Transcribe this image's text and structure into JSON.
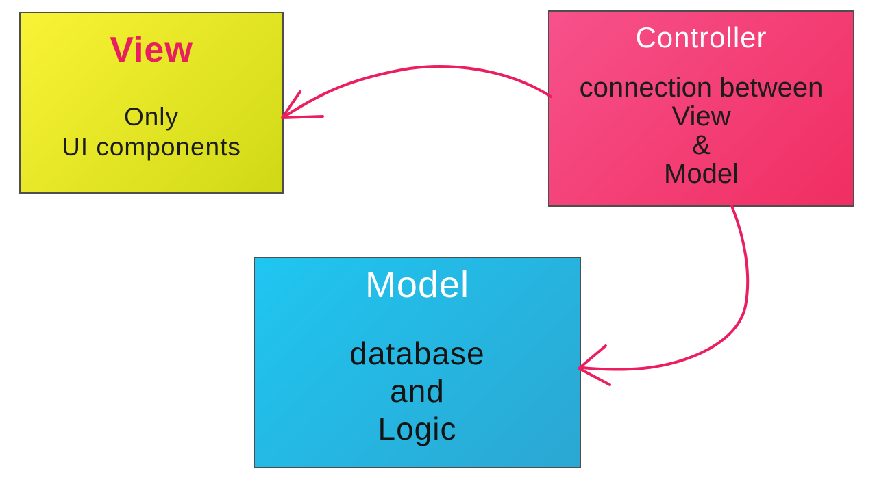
{
  "colors": {
    "background": "#ffffff",
    "box_border": "#4e4e4e",
    "arrow": "#eb1f5f"
  },
  "boxes": {
    "view": {
      "title": "View",
      "title_color": "#e81f5e",
      "body_color": "#1c1c1c",
      "bg_from": "#f9f335",
      "bg_to": "#d0d916",
      "lines": [
        "Only",
        "UI components"
      ]
    },
    "controller": {
      "title": "Controller",
      "title_color": "#ffffff",
      "body_color": "#1c1c1c",
      "bg_from": "#f7518b",
      "bg_to": "#f02e62",
      "lines": [
        "connection between",
        "View",
        "&",
        "Model"
      ]
    },
    "model": {
      "title": "Model",
      "title_color": "#ffffff",
      "body_color": "#141414",
      "bg_from": "#1fc6f1",
      "bg_to": "#2ba7d2",
      "lines": [
        "database",
        "and",
        "Logic"
      ]
    }
  },
  "arrows": [
    {
      "from": "Controller",
      "to": "View"
    },
    {
      "from": "Controller",
      "to": "Model"
    }
  ]
}
